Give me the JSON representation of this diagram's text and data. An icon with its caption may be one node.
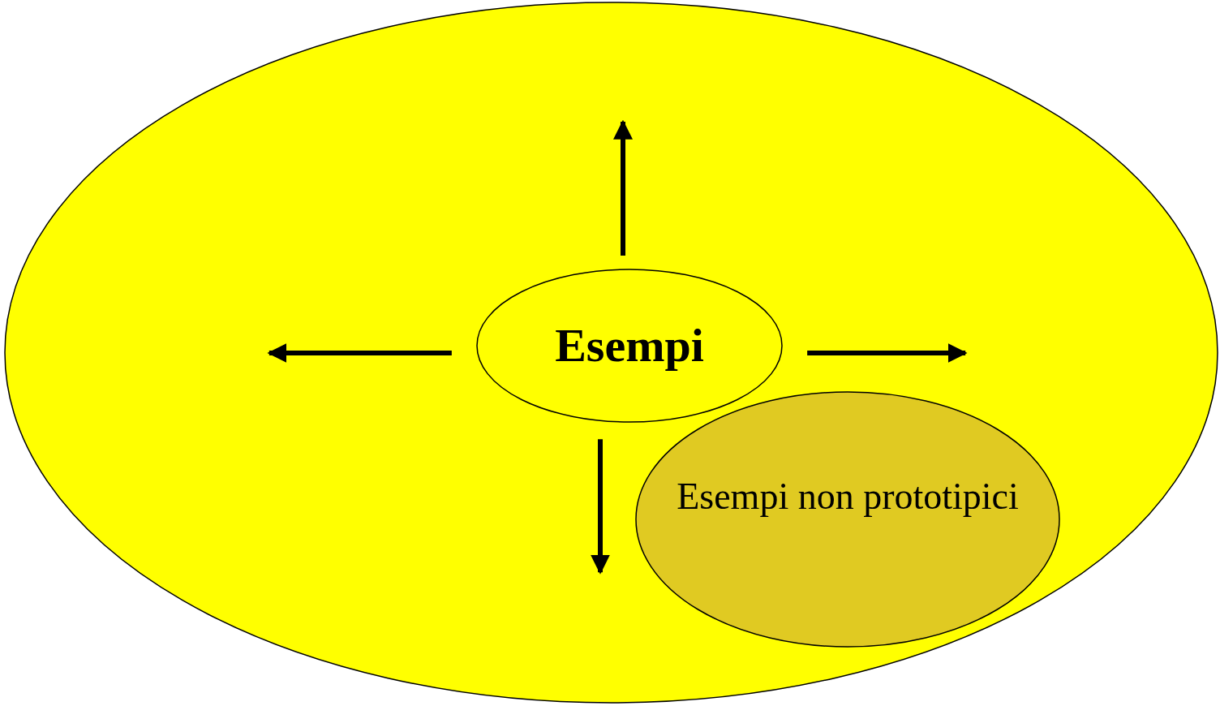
{
  "diagram": {
    "nodes": [
      {
        "text": [],
        "shape": "ellipse"
      },
      {
        "text": [
          "Esempi"
        ],
        "in": 0
      },
      {
        "text": [
          "Esempi non prototipici"
        ],
        "in": 0
      }
    ],
    "edges": [
      {
        "from": 1,
        "to": null,
        "arrow": "to"
      },
      {
        "from": 1,
        "to": null,
        "arrow": "to"
      },
      {
        "from": 1,
        "to": null,
        "arrow": "to"
      },
      {
        "from": 1,
        "to": null,
        "arrow": "to"
      }
    ]
  }
}
